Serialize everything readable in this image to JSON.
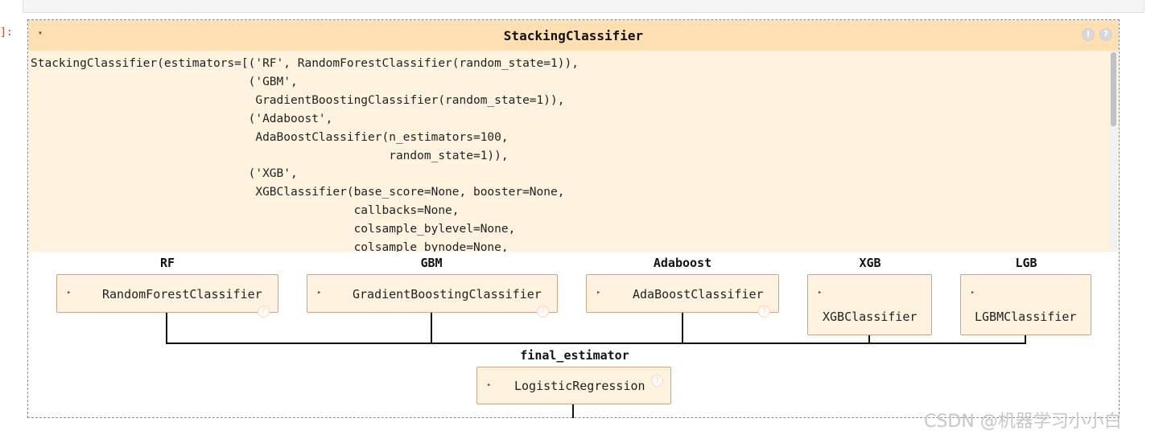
{
  "cell": {
    "prompt": "]:"
  },
  "header": {
    "collapse_icon": "▾",
    "title": "StackingClassifier",
    "info_icon": "i",
    "help_icon": "?"
  },
  "repr_code": [
    "StackingClassifier(estimators=[('RF', RandomForestClassifier(random_state=1)),",
    "                               ('GBM',",
    "                                GradientBoostingClassifier(random_state=1)),",
    "                               ('Adaboost',",
    "                                AdaBoostClassifier(n_estimators=100,",
    "                                                   random_state=1)),",
    "                               ('XGB',",
    "                                XGBClassifier(base_score=None, booster=None,",
    "                                              callbacks=None,",
    "                                              colsample_bylevel=None,",
    "                                              colsample_bynode=None,"
  ],
  "estimators": [
    {
      "label": "RF",
      "name": "RandomForestClassifier",
      "toggle": "▸",
      "help": "?"
    },
    {
      "label": "GBM",
      "name": "GradientBoostingClassifier",
      "toggle": "▸",
      "help": "?"
    },
    {
      "label": "Adaboost",
      "name": "AdaBoostClassifier",
      "toggle": "▸",
      "help": "?"
    },
    {
      "label": "XGB",
      "name": "XGBClassifier",
      "toggle": "▸"
    },
    {
      "label": "LGB",
      "name": "LGBMClassifier",
      "toggle": "▸"
    }
  ],
  "final_estimator": {
    "label": "final_estimator",
    "name": "LogisticRegression",
    "toggle": "▸",
    "help": "?"
  },
  "watermark": "CSDN @机器学习小小白"
}
